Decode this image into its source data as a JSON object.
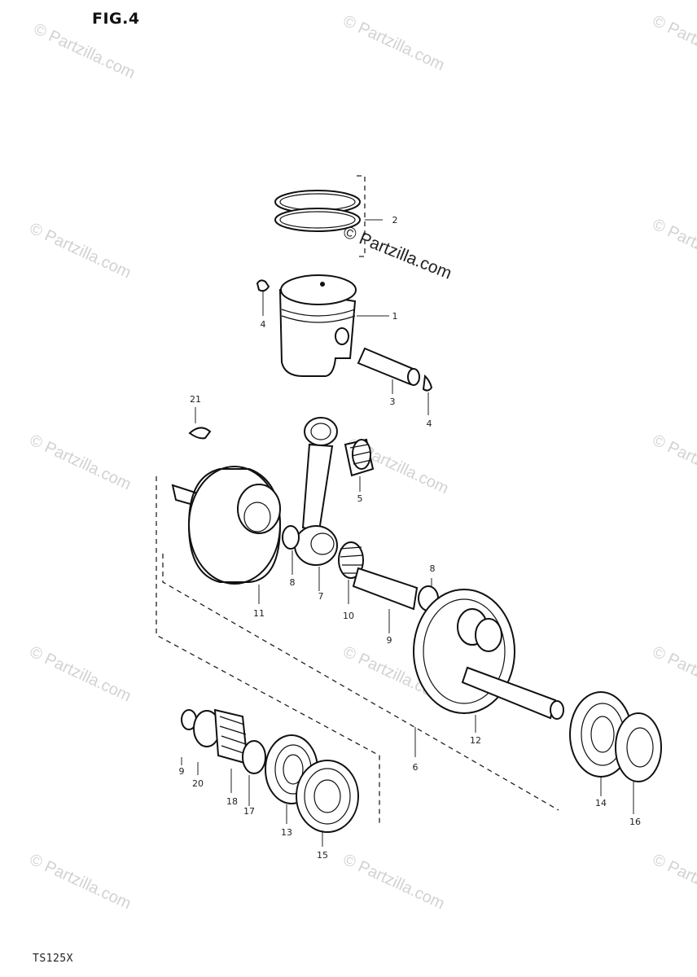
{
  "figure": {
    "title": "FIG.4",
    "model": "TS125X"
  },
  "watermark": {
    "text": "© Partzilla.com",
    "center_text": "© Partzilla.com"
  },
  "labels": {
    "p1": "1",
    "p2": "2",
    "p3": "3",
    "p4a": "4",
    "p4b": "4",
    "p5": "5",
    "p6": "6",
    "p7": "7",
    "p8a": "8",
    "p8b": "8",
    "p9a": "9",
    "p9b": "9",
    "p10": "10",
    "p11": "11",
    "p12": "12",
    "p13": "13",
    "p14": "14",
    "p15": "15",
    "p16": "16",
    "p17": "17",
    "p18": "18",
    "p20": "20",
    "p21": "21"
  }
}
